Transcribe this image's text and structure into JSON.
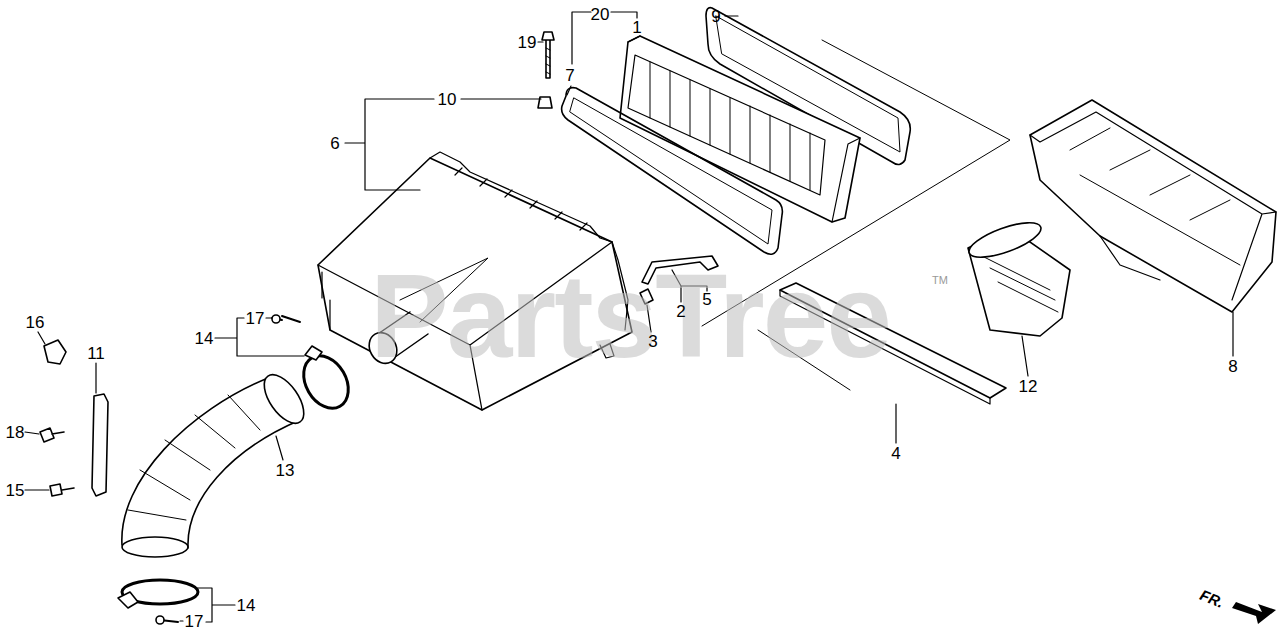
{
  "diagram": {
    "labels": [
      "20",
      "9",
      "1",
      "19",
      "7",
      "10",
      "6",
      "TM",
      "PartsTree",
      "5",
      "2",
      "3",
      "16",
      "17",
      "14",
      "11",
      "12",
      "8",
      "18",
      "13",
      "4",
      "15",
      "14",
      "17",
      "FR."
    ]
  }
}
